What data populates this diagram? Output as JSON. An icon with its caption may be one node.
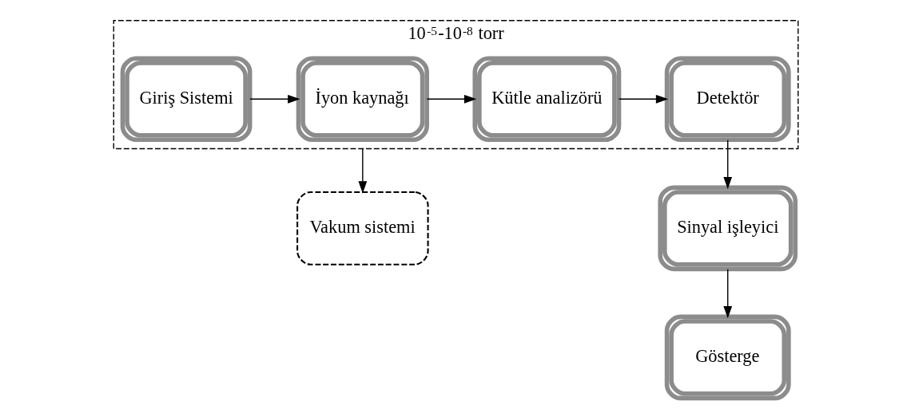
{
  "diagram": {
    "nodes": [
      {
        "text": [
          "10$^{-5}$-10$^{-8}$ torr"
        ]
      },
      {
        "text": [
          "Giriş Sistemi"
        ],
        "in": 0
      },
      {
        "text": [
          "İyon kaynağı"
        ],
        "in": 0
      },
      {
        "text": [
          "Kütle analizörü"
        ],
        "in": 0
      },
      {
        "text": [
          "Detektör"
        ],
        "in": 0
      },
      {
        "text": [
          "Sinyal işleyici"
        ]
      },
      {
        "text": [
          "Gösterge"
        ]
      },
      {
        "text": [
          "Vakum sistemi"
        ]
      }
    ],
    "edges": [
      {
        "from": 1,
        "to": 2,
        "arrow": "to"
      },
      {
        "from": 2,
        "to": 3,
        "arrow": "to"
      },
      {
        "from": 3,
        "to": 4,
        "arrow": "to"
      },
      {
        "from": 4,
        "to": 5,
        "arrow": "to"
      },
      {
        "from": 5,
        "to": 6,
        "arrow": "to"
      },
      {
        "from": 0,
        "to": 7,
        "arrow": "to"
      }
    ]
  }
}
